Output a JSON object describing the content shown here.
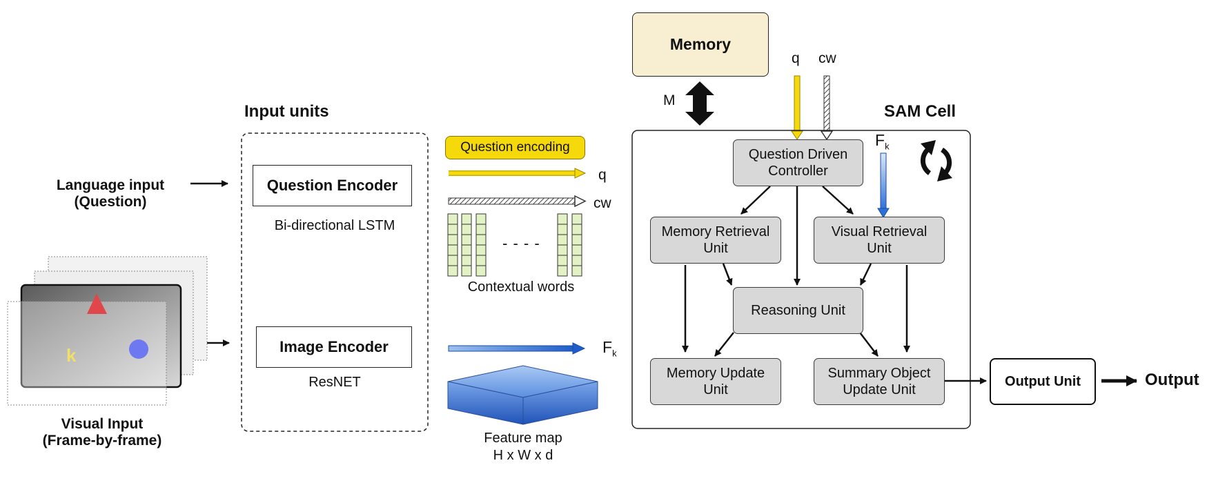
{
  "inputs": {
    "language_line1": "Language input",
    "language_line2": "(Question)",
    "visual_line1": "Visual Input",
    "visual_line2": "(Frame-by-frame)",
    "frame_letter": "k"
  },
  "input_units": {
    "title": "Input units",
    "question_encoder": "Question Encoder",
    "question_encoder_sub": "Bi-directional LSTM",
    "image_encoder": "Image Encoder",
    "image_encoder_sub": "ResNET"
  },
  "encodings": {
    "question_encoding_label": "Question encoding",
    "q_label": "q",
    "cw_label": "cw",
    "contextual_words_label": "Contextual words",
    "dots": "- - - -",
    "fk_label": "F",
    "fk_sub": "k",
    "feature_map_line1": "Feature map",
    "feature_map_line2": "H x W x d"
  },
  "memory": {
    "label": "Memory",
    "m_label": "M",
    "q_label": "q",
    "cw_label": "cw"
  },
  "sam_cell": {
    "title": "SAM Cell",
    "fk_label": "F",
    "fk_sub": "k",
    "controller_line1": "Question Driven",
    "controller_line2": "Controller",
    "memory_retrieval_line1": "Memory Retrieval",
    "memory_retrieval_line2": "Unit",
    "visual_retrieval_line1": "Visual Retrieval",
    "visual_retrieval_line2": "Unit",
    "reasoning": "Reasoning Unit",
    "memory_update_line1": "Memory Update",
    "memory_update_line2": "Unit",
    "summary_line1": "Summary Object",
    "summary_line2": "Update Unit"
  },
  "output": {
    "unit": "Output Unit",
    "label": "Output"
  },
  "colors": {
    "yellow": "#f5d90a",
    "blue": "#2f6fd6",
    "memory_fill": "#f8efd2",
    "unit_fill": "#d8d8d8",
    "matrix_fill": "#e3f2c4"
  }
}
